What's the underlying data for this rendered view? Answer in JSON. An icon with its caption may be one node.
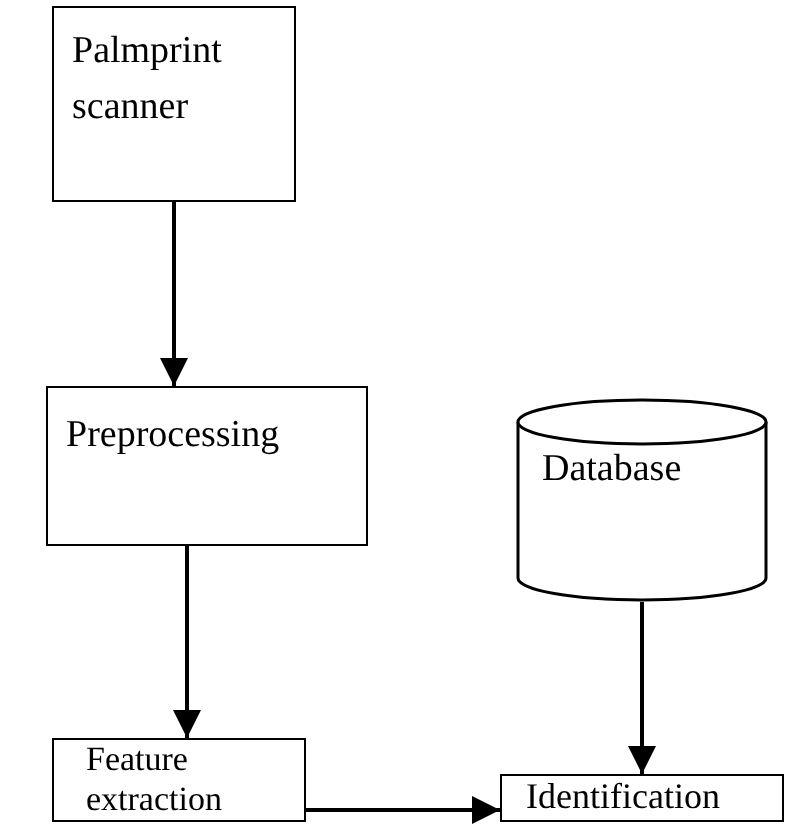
{
  "diagram": {
    "nodes": [
      {
        "text": [
          "Palmprint scanner"
        ]
      },
      {
        "text": [
          "Preprocessing"
        ]
      },
      {
        "text": [
          "Database"
        ]
      },
      {
        "text": [
          "Feature extraction"
        ]
      },
      {
        "text": [
          "Identification"
        ]
      }
    ],
    "edges": [
      {
        "from": 0,
        "to": 1,
        "arrow": "to"
      },
      {
        "from": 1,
        "to": 3,
        "arrow": "to"
      },
      {
        "from": 2,
        "to": 4,
        "arrow": "to"
      },
      {
        "from": 3,
        "to": 4,
        "arrow": "to"
      }
    ]
  }
}
